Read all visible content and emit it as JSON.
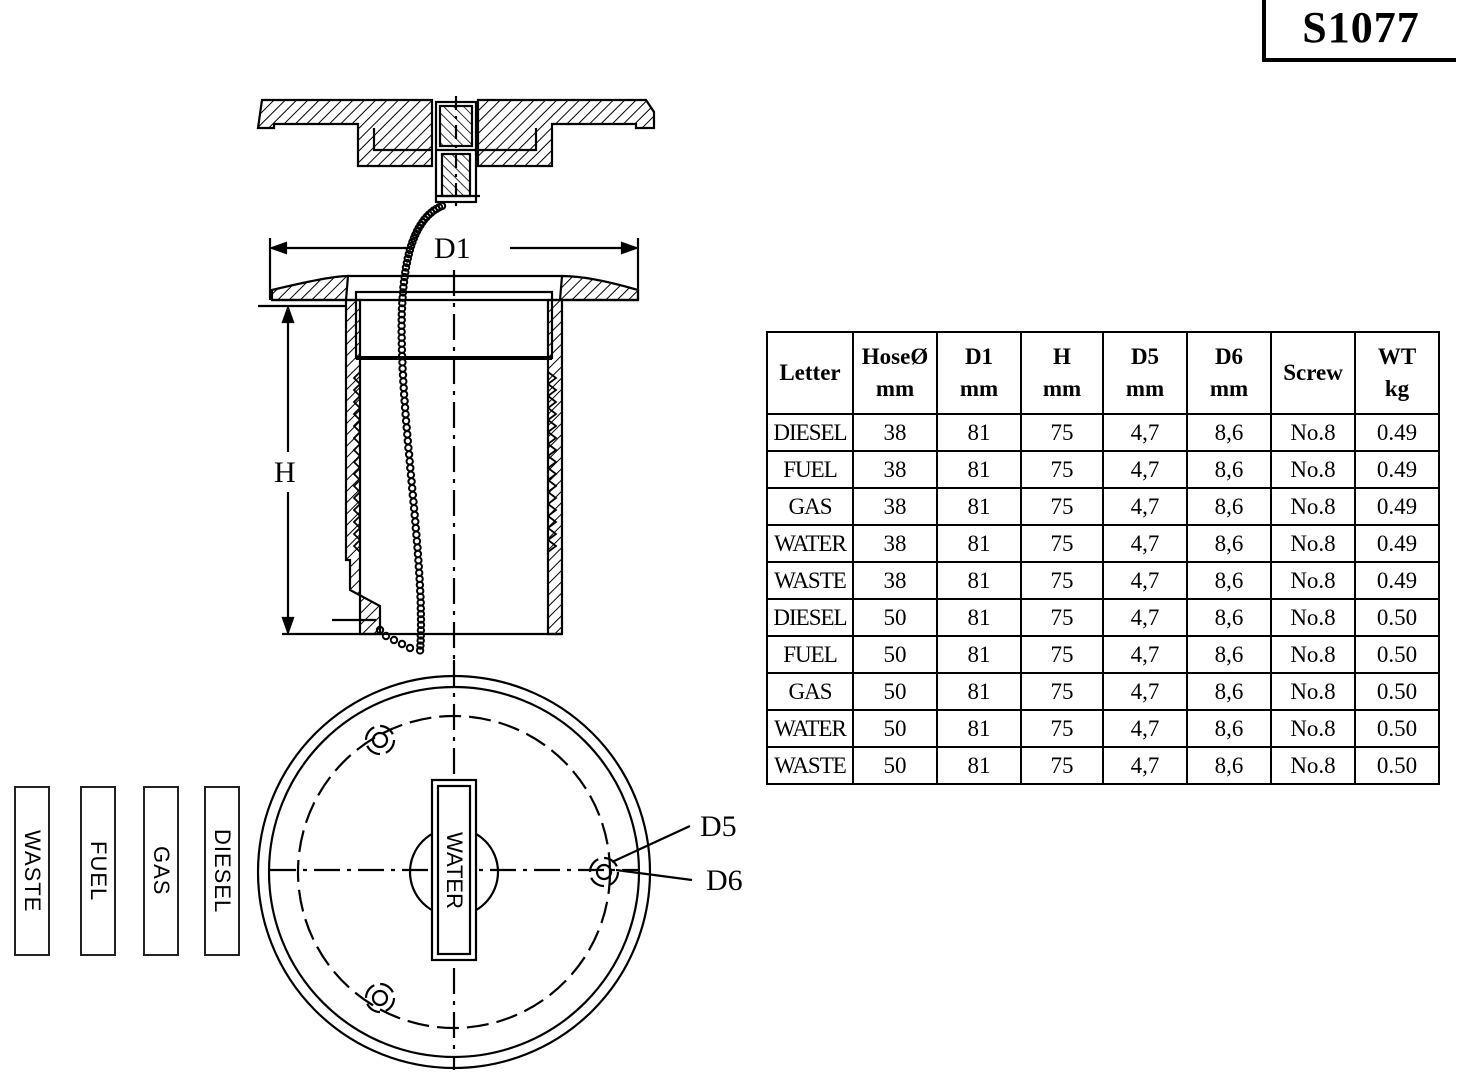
{
  "product_code": "S1077",
  "dimensions": {
    "d1": "D1",
    "h": "H",
    "d5": "D5",
    "d6": "D6"
  },
  "cap_marking": "WATER",
  "label_tags": [
    "WASTE",
    "FUEL",
    "GAS",
    "DIESEL"
  ],
  "table": {
    "headers": [
      {
        "name": "Letter",
        "unit": ""
      },
      {
        "name": "HoseØ",
        "unit": "mm"
      },
      {
        "name": "D1",
        "unit": "mm"
      },
      {
        "name": "H",
        "unit": "mm"
      },
      {
        "name": "D5",
        "unit": "mm"
      },
      {
        "name": "D6",
        "unit": "mm"
      },
      {
        "name": "Screw",
        "unit": ""
      },
      {
        "name": "WT",
        "unit": "kg"
      }
    ],
    "rows": [
      [
        "DIESEL",
        "38",
        "81",
        "75",
        "4,7",
        "8,6",
        "No.8",
        "0.49"
      ],
      [
        "FUEL",
        "38",
        "81",
        "75",
        "4,7",
        "8,6",
        "No.8",
        "0.49"
      ],
      [
        "GAS",
        "38",
        "81",
        "75",
        "4,7",
        "8,6",
        "No.8",
        "0.49"
      ],
      [
        "WATER",
        "38",
        "81",
        "75",
        "4,7",
        "8,6",
        "No.8",
        "0.49"
      ],
      [
        "WASTE",
        "38",
        "81",
        "75",
        "4,7",
        "8,6",
        "No.8",
        "0.49"
      ],
      [
        "DIESEL",
        "50",
        "81",
        "75",
        "4,7",
        "8,6",
        "No.8",
        "0.50"
      ],
      [
        "FUEL",
        "50",
        "81",
        "75",
        "4,7",
        "8,6",
        "No.8",
        "0.50"
      ],
      [
        "GAS",
        "50",
        "81",
        "75",
        "4,7",
        "8,6",
        "No.8",
        "0.50"
      ],
      [
        "WATER",
        "50",
        "81",
        "75",
        "4,7",
        "8,6",
        "No.8",
        "0.50"
      ],
      [
        "WASTE",
        "50",
        "81",
        "75",
        "4,7",
        "8,6",
        "No.8",
        "0.50"
      ]
    ]
  }
}
